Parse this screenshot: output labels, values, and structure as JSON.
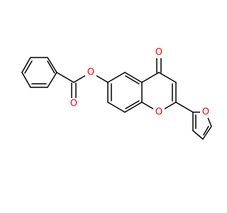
{
  "molecule": {
    "atoms": {
      "carbonyl_oxygen": {
        "symbol": "O",
        "element": "oxygen"
      },
      "ester_carbonyl_oxygen": {
        "symbol": "O",
        "element": "oxygen"
      },
      "ester_link_oxygen": {
        "symbol": "O",
        "element": "oxygen"
      },
      "pyranone_ring_oxygen": {
        "symbol": "O",
        "element": "oxygen"
      },
      "furan_ring_oxygen": {
        "symbol": "O",
        "element": "oxygen"
      }
    },
    "colors": {
      "bond": "#000000",
      "oxygen": "#ff0000",
      "background": "#ffffff"
    }
  }
}
